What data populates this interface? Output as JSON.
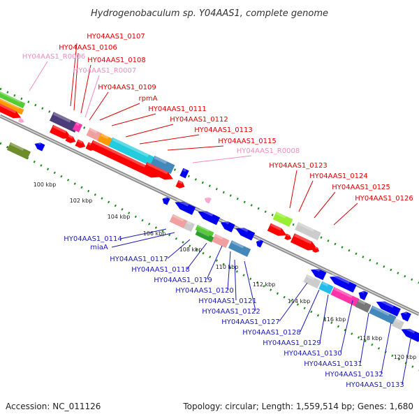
{
  "title": "Hydrogenobaculum sp. Y04AAS1, complete genome",
  "footer": {
    "accession": "Accession: NC_011126",
    "summary": "Topology: circular; Length: 1,559,514 bp; Genes: 1,680"
  },
  "colors": {
    "backbone": "#8c8c8c",
    "forward_label": "#dd0000",
    "reverse_label": "#1a1ab8",
    "rna_label": "#f08cc0",
    "grid": "#1a8a1a"
  },
  "tick_labels": [
    "100 kbp",
    "102 kbp",
    "104 kbp",
    "106 kbp",
    "108 kbp",
    "110 kbp",
    "112 kbp",
    "114 kbp",
    "116 kbp",
    "118 kbp",
    "120 kbp"
  ],
  "forward_labels": [
    "HY04AAS1_0107",
    "HY04AAS1_0106",
    "HY04AAS1_R0006",
    "HY04AAS1_0108",
    "HY04AAS1_R0007",
    "HY04AAS1_0109",
    "rpmA",
    "HY04AAS1_0111",
    "HY04AAS1_0112",
    "HY04AAS1_0113",
    "HY04AAS1_0115",
    "HY04AAS1_R0008",
    "HY04AAS1_0123",
    "HY04AAS1_0124",
    "HY04AAS1_0125",
    "HY04AAS1_0126"
  ],
  "reverse_labels": [
    "HY04AAS1_0114",
    "miaA",
    "HY04AAS1_0117",
    "HY04AAS1_0118",
    "HY04AAS1_0119",
    "HY04AAS1_0120",
    "HY04AAS1_0121",
    "HY04AAS1_0122",
    "HY04AAS1_0127",
    "HY04AAS1_0128",
    "HY04AAS1_0129",
    "HY04AAS1_0130",
    "HY04AAS1_0131",
    "HY04AAS1_0132",
    "HY04AAS1_0133"
  ]
}
